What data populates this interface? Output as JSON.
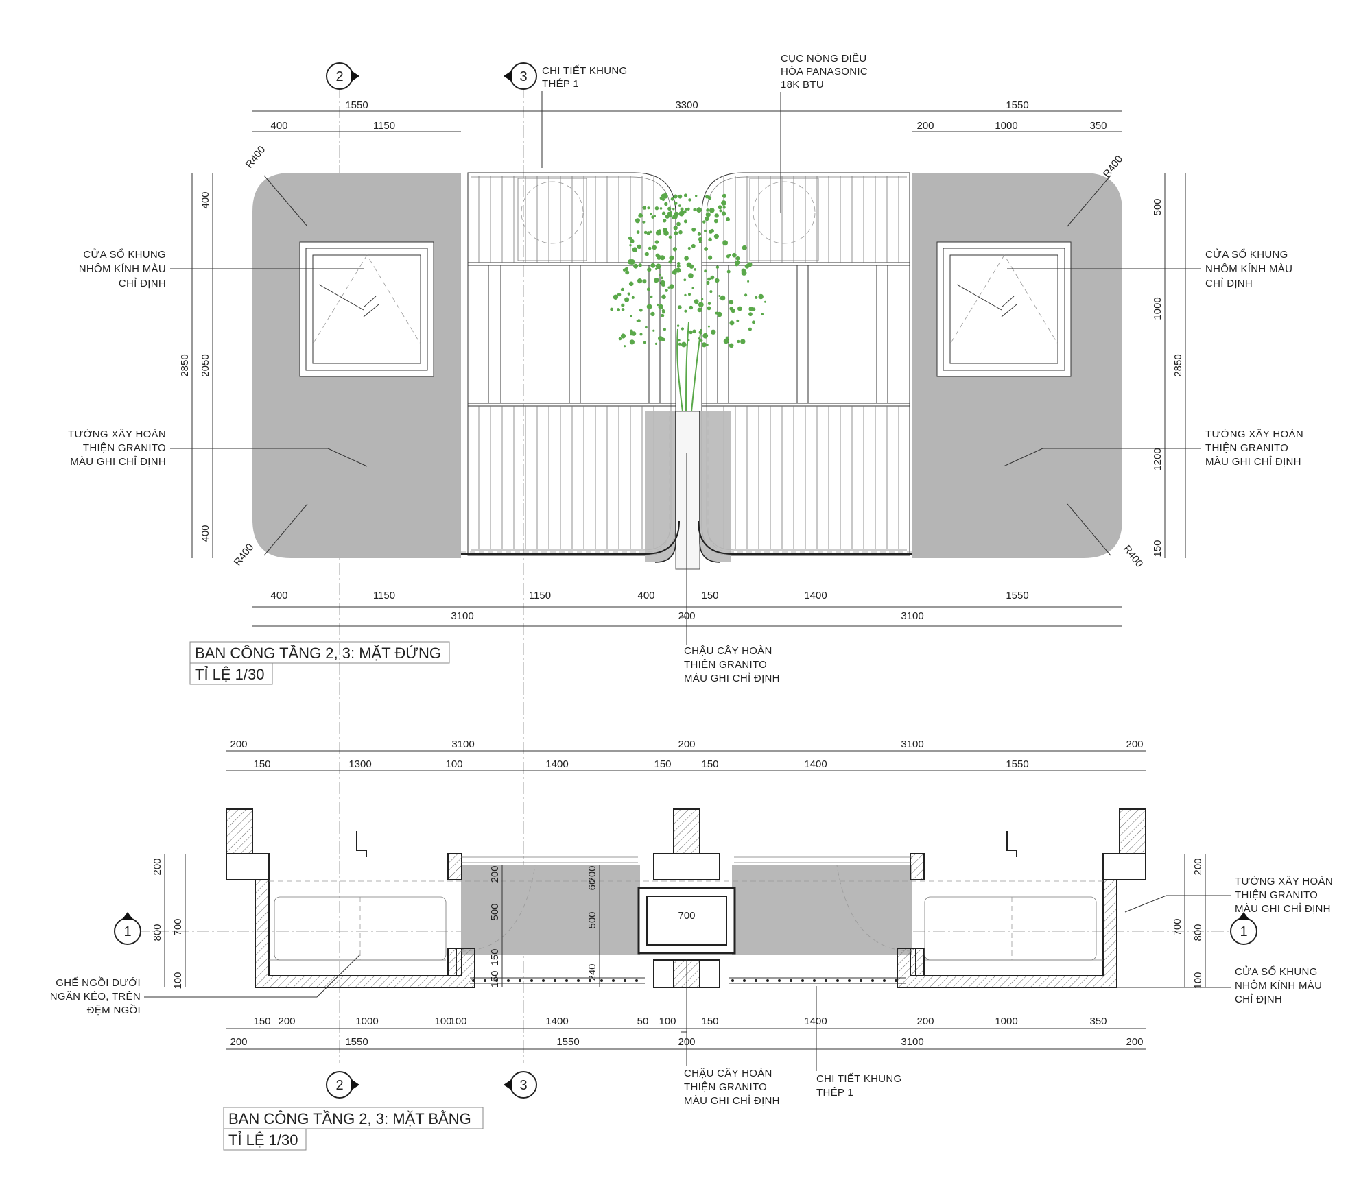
{
  "elevation": {
    "title": "BAN CÔNG TẦNG 2, 3: MẶT ĐỨNG",
    "scale": "TỈ LỆ 1/30",
    "top_dims": [
      "1550",
      "3300",
      "1550"
    ],
    "top_sub_dims": [
      "400",
      "1150",
      "200",
      "1000",
      "350"
    ],
    "bottom_dims": [
      "400",
      "1150",
      "1150",
      "400",
      "150",
      "1400",
      "1550"
    ],
    "bottom_total_dims": [
      "3100",
      "200",
      "3100"
    ],
    "left_dims": [
      "2850",
      "2050",
      "400",
      "400"
    ],
    "right_dims": [
      "500",
      "1000",
      "1200",
      "150",
      "2850"
    ],
    "radius_label": "R400",
    "notes": {
      "steel_frame": [
        "CHI TIẾT KHUNG",
        "THÉP 1"
      ],
      "ac_unit": [
        "CỤC NÓNG ĐIỀU",
        "HÒA PANASONIC",
        "18K BTU"
      ],
      "window_left": [
        "CỬA SỔ KHUNG",
        "NHÔM KÍNH MÀU",
        "CHỈ ĐỊNH"
      ],
      "window_right": [
        "CỬA SỔ KHUNG",
        "NHÔM KÍNH MÀU",
        "CHỈ ĐỊNH"
      ],
      "wall_left": [
        "TƯỜNG XÂY HOÀN",
        "THIỆN GRANITO",
        "MÀU GHI CHỈ ĐỊNH"
      ],
      "wall_right": [
        "TƯỜNG XÂY HOÀN",
        "THIỆN GRANITO",
        "MÀU GHI CHỈ ĐỊNH"
      ],
      "planter": [
        "CHẬU CÂY HOÀN",
        "THIỆN GRANITO",
        "MÀU GHI CHỈ ĐỊNH"
      ]
    }
  },
  "plan": {
    "title": "BAN CÔNG TẦNG 2, 3: MẶT BẰNG",
    "scale": "TỈ LỆ 1/30",
    "top_total_dims": [
      "200",
      "3100",
      "200",
      "3100",
      "200"
    ],
    "top_dims": [
      "150",
      "1300",
      "100",
      "1400",
      "150",
      "150",
      "1400",
      "1550"
    ],
    "bottom_dims": [
      "150",
      "200",
      "1000",
      "100",
      "100",
      "1400",
      "50",
      "100",
      "150",
      "1400",
      "200",
      "1000",
      "350"
    ],
    "bottom_total_dims": [
      "200",
      "1550",
      "1550",
      "200",
      "3100",
      "200"
    ],
    "left_dims": [
      "200",
      "800",
      "700",
      "100"
    ],
    "right_dims": [
      "200",
      "700",
      "800",
      "100"
    ],
    "center_dims": [
      "200",
      "500",
      "150",
      "200",
      "60",
      "500",
      "240",
      "150"
    ],
    "box_dim": "700",
    "notes": {
      "bench": [
        "GHẾ NGỒI DƯỚI",
        "NGĂN KÉO, TRÊN",
        "ĐỆM NGỒI"
      ],
      "wall": [
        "TƯỜNG XÂY HOÀN",
        "THIỆN GRANITO",
        "MÀU GHI CHỈ ĐỊNH"
      ],
      "window": [
        "CỬA SỔ KHUNG",
        "NHÔM KÍNH MÀU",
        "CHỈ ĐỊNH"
      ],
      "planter": [
        "CHẬU CÂY HOÀN",
        "THIỆN GRANITO",
        "MÀU GHI CHỈ ĐỊNH"
      ],
      "steel_frame": [
        "CHI TIẾT KHUNG",
        "THÉP 1"
      ]
    }
  },
  "axes": {
    "a2": "2",
    "a3": "3",
    "a1": "1"
  },
  "colors": {
    "wall": "#b5b5b5",
    "plant": "#5aa84a",
    "line": "#333333"
  }
}
